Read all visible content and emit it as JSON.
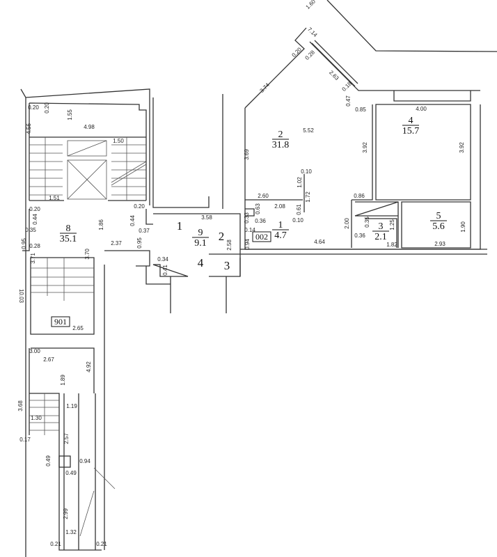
{
  "rooms": [
    {
      "id": "8",
      "area": "35.1"
    },
    {
      "id": "9",
      "area": "9.1"
    },
    {
      "id": "1",
      "area": "4.7"
    },
    {
      "id": "2",
      "area": "31.8"
    },
    {
      "id": "3",
      "area": "2.1"
    },
    {
      "id": "4",
      "area": "15.7"
    },
    {
      "id": "5",
      "area": "5.6"
    }
  ],
  "door_numbers": [
    "1",
    "2",
    "3",
    "4"
  ],
  "tags": [
    "901",
    "002"
  ],
  "dimensions": [
    "0.20",
    "0.20",
    "1.55",
    "4.98",
    "4.56",
    "1.50",
    "1.51",
    "0.20",
    "0.44",
    "0.20",
    "0.44",
    "1.86",
    "0.35",
    "0.95",
    "0.28",
    "0.37",
    "0.95",
    "2.37",
    "3.71",
    "3.70",
    "10.03",
    "2.65",
    "3.00",
    "2.67",
    "4.92",
    "1.89",
    "3.68",
    "1.30",
    "1.19",
    "0.17",
    "2.57",
    "0.49",
    "0.49",
    "0.94",
    "2.99",
    "1.32",
    "0.21",
    "0.21",
    "3.58",
    "2.58",
    "0.34",
    "0.41",
    "1.60",
    "7.14",
    "0.20",
    "0.28",
    "2.63",
    "0.18",
    "0.47",
    "0.85",
    "3.74",
    "5.52",
    "3.69",
    "3.92",
    "4.00",
    "3.92",
    "0.10",
    "1.02",
    "1.72",
    "2.60",
    "2.08",
    "0.86",
    "0.63",
    "0.61",
    "0.33",
    "0.36",
    "0.10",
    "2.00",
    "0.35",
    "1.25",
    "0.14",
    "0.94",
    "0.36",
    "1.90",
    "1.82",
    "2.93",
    "4.64"
  ]
}
